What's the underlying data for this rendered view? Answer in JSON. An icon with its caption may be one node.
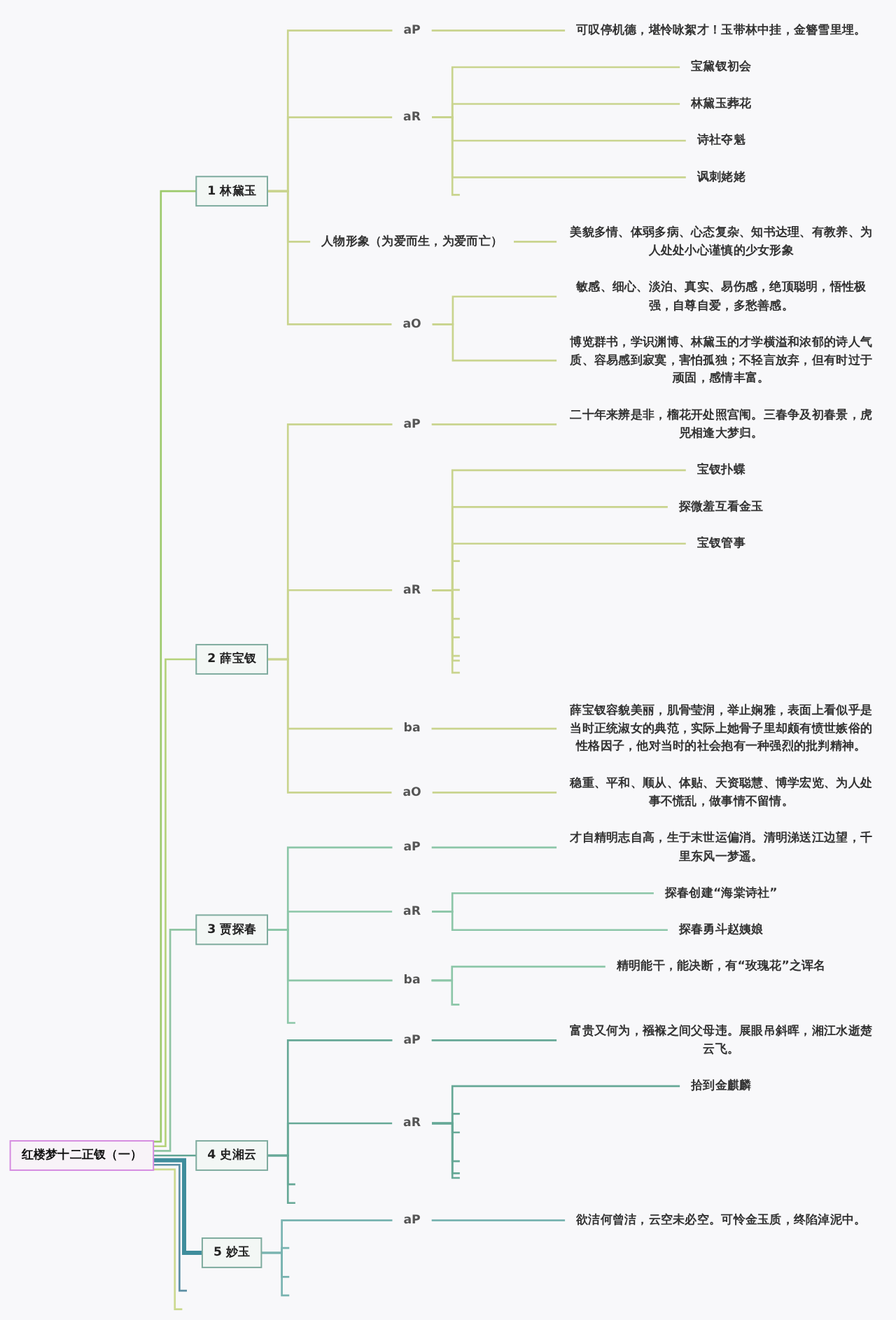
{
  "diagram": {
    "nodes": [
      {
        "text": [
          "红楼梦十二正钗（一）"
        ]
      },
      {
        "text": [
          "1 林黛玉"
        ]
      },
      {
        "text": [
          "aP"
        ]
      },
      {
        "text": [
          "可叹停机德，堪怜咏絮才！玉带林中挂，金簪雪里埋。"
        ]
      },
      {
        "text": [
          "aR"
        ]
      },
      {
        "text": [
          "宝黛钗初会"
        ]
      },
      {
        "text": [
          "林黛玉葬花"
        ]
      },
      {
        "text": [
          "诗社夺魁"
        ]
      },
      {
        "text": [
          "讽刺姥姥"
        ]
      },
      {
        "text": [
          "人物形象（为爱而生，为爱而亡）"
        ]
      },
      {
        "text": [
          "美貌多情、体弱多病、心态复杂、知书达理、有教养、为人处处小心谨慎的少女形象"
        ]
      },
      {
        "text": [
          "aO"
        ]
      },
      {
        "text": [
          "敏感、细心、淡泊、真实、易伤感，绝顶聪明，悟性极强，自尊自爱，多愁善感。"
        ]
      },
      {
        "text": [
          "博览群书，学识渊博、林黛玉的才学横溢和浓郁的诗人气质、容易感到寂寞，害怕孤独；不轻言放弃，但有时过于顽固，感情丰富。"
        ]
      },
      {
        "text": [
          "2 薛宝钗"
        ]
      },
      {
        "text": [
          "aP"
        ]
      },
      {
        "text": [
          "二十年来辨是非，榴花开处照宫闱。三春争及初春景，虎兕相逢大梦归。"
        ]
      },
      {
        "text": [
          "aR"
        ]
      },
      {
        "text": [
          "宝钗扑蝶"
        ]
      },
      {
        "text": [
          "探微羞互看金玉"
        ]
      },
      {
        "text": [
          "宝钗管事"
        ]
      },
      {
        "text": [
          "ba"
        ]
      },
      {
        "text": [
          "薛宝钗容貌美丽，肌骨莹润，举止娴雅，表面上看似乎是当时正统淑女的典范，实际上她骨子里却颇有愤世嫉俗的性格因子，他对当时的社会抱有一种强烈的批判精神。"
        ]
      },
      {
        "text": [
          "aO"
        ]
      },
      {
        "text": [
          "稳重、平和、顺从、体贴、天资聪慧、博学宏览、为人处事不慌乱，做事情不留情。"
        ]
      },
      {
        "text": [
          "3 贾探春"
        ]
      },
      {
        "text": [
          "aP"
        ]
      },
      {
        "text": [
          "才自精明志自高，生于末世运偏消。清明涕送江边望，千里东风一梦遥。"
        ]
      },
      {
        "text": [
          "aR"
        ]
      },
      {
        "text": [
          "探春创建“海棠诗社”"
        ]
      },
      {
        "text": [
          "探春勇斗赵姨娘"
        ]
      },
      {
        "text": [
          "ba"
        ]
      },
      {
        "text": [
          "精明能干，能决断，有“玫瑰花”之诨名"
        ]
      },
      {
        "text": [
          "4 史湘云"
        ]
      },
      {
        "text": [
          "aP"
        ]
      },
      {
        "text": [
          "富贵又何为，襁褓之间父母违。展眼吊斜晖，湘江水逝楚云飞。"
        ]
      },
      {
        "text": [
          "aR"
        ]
      },
      {
        "text": [
          "拾到金麒麟"
        ]
      },
      {
        "text": [
          "5 妙玉"
        ]
      },
      {
        "text": [
          "aP"
        ]
      },
      {
        "text": [
          "欲洁何曾洁，云空未必空。可怜金玉质，终陷淖泥中。"
        ]
      }
    ],
    "edges": [
      {
        "from": 0,
        "to": 1,
        "arrow": "none",
        "color": "#9cc96b"
      },
      {
        "from": 1,
        "to": 2,
        "arrow": "none"
      },
      {
        "from": 2,
        "to": 3,
        "arrow": "none"
      },
      {
        "from": 1,
        "to": 4,
        "arrow": "none"
      },
      {
        "from": 4,
        "to": 5,
        "arrow": "none"
      },
      {
        "from": 4,
        "to": 6,
        "arrow": "none"
      },
      {
        "from": 4,
        "to": 7,
        "arrow": "none"
      },
      {
        "from": 4,
        "to": 8,
        "arrow": "none"
      },
      {
        "from": 4,
        "to": null,
        "arrow": "none"
      },
      {
        "from": 1,
        "to": 9,
        "arrow": "none"
      },
      {
        "from": 9,
        "to": 10,
        "arrow": "none"
      },
      {
        "from": 1,
        "to": 11,
        "arrow": "none"
      },
      {
        "from": 11,
        "to": 12,
        "arrow": "none"
      },
      {
        "from": 11,
        "to": 13,
        "arrow": "none"
      },
      {
        "from": 0,
        "to": 14,
        "arrow": "none",
        "color": "#b5d27a"
      },
      {
        "from": 14,
        "to": 15,
        "arrow": "none"
      },
      {
        "from": 15,
        "to": 16,
        "arrow": "none"
      },
      {
        "from": 14,
        "to": 17,
        "arrow": "none"
      },
      {
        "from": 17,
        "to": 18,
        "arrow": "none"
      },
      {
        "from": 17,
        "to": 19,
        "arrow": "none"
      },
      {
        "from": 17,
        "to": 20,
        "arrow": "none"
      },
      {
        "from": 17,
        "to": null,
        "arrow": "none"
      },
      {
        "from": 17,
        "to": null,
        "arrow": "none"
      },
      {
        "from": 17,
        "to": null,
        "arrow": "none"
      },
      {
        "from": 17,
        "to": null,
        "arrow": "none"
      },
      {
        "from": 17,
        "to": null,
        "arrow": "none"
      },
      {
        "from": 17,
        "to": null,
        "arrow": "none"
      },
      {
        "from": 17,
        "to": null,
        "arrow": "none"
      },
      {
        "from": 14,
        "to": 21,
        "arrow": "none"
      },
      {
        "from": 21,
        "to": 22,
        "arrow": "none"
      },
      {
        "from": 14,
        "to": 23,
        "arrow": "none"
      },
      {
        "from": 23,
        "to": 24,
        "arrow": "none"
      },
      {
        "from": 0,
        "to": 25,
        "arrow": "none",
        "color": "#8ec4a2"
      },
      {
        "from": 25,
        "to": 26,
        "arrow": "none",
        "color": "#8cc6a8"
      },
      {
        "from": 26,
        "to": 27,
        "arrow": "none",
        "color": "#8cc6a8"
      },
      {
        "from": 25,
        "to": 28,
        "arrow": "none",
        "color": "#8cc6a8"
      },
      {
        "from": 28,
        "to": 29,
        "arrow": "none",
        "color": "#8cc6a8"
      },
      {
        "from": 28,
        "to": 30,
        "arrow": "none",
        "color": "#8cc6a8"
      },
      {
        "from": 25,
        "to": 31,
        "arrow": "none",
        "color": "#8cc6a8"
      },
      {
        "from": 31,
        "to": 32,
        "arrow": "none",
        "color": "#8cc6a8"
      },
      {
        "from": 31,
        "to": null,
        "arrow": "none",
        "color": "#8cc6a8"
      },
      {
        "from": 25,
        "to": null,
        "arrow": "none",
        "color": "#8cc6a8"
      },
      {
        "from": 0,
        "to": 33,
        "arrow": "none",
        "color": "#5fa392"
      },
      {
        "from": 33,
        "to": 34,
        "arrow": "none",
        "color": "#66a896"
      },
      {
        "from": 34,
        "to": 35,
        "arrow": "none",
        "color": "#66a896"
      },
      {
        "from": 33,
        "to": 36,
        "arrow": "none",
        "color": "#66a896"
      },
      {
        "from": 36,
        "to": 37,
        "arrow": "none",
        "color": "#66a896"
      },
      {
        "from": 36,
        "to": null,
        "arrow": "none",
        "color": "#66a896"
      },
      {
        "from": 36,
        "to": null,
        "arrow": "none",
        "color": "#66a896"
      },
      {
        "from": 36,
        "to": null,
        "arrow": "none",
        "color": "#66a896"
      },
      {
        "from": 36,
        "to": null,
        "arrow": "none",
        "color": "#66a896"
      },
      {
        "from": 36,
        "to": null,
        "arrow": "none",
        "color": "#66a896"
      },
      {
        "from": 33,
        "to": null,
        "arrow": "none",
        "color": "#66a896"
      },
      {
        "from": 33,
        "to": null,
        "arrow": "none",
        "color": "#66a896"
      },
      {
        "from": 0,
        "to": 38,
        "arrow": "none",
        "style": "thick",
        "color": "#3f8d9c"
      },
      {
        "from": 38,
        "to": 39,
        "arrow": "none",
        "color": "#78b3b0"
      },
      {
        "from": 39,
        "to": 40,
        "arrow": "none",
        "color": "#78b3b0"
      },
      {
        "from": 38,
        "to": null,
        "arrow": "none",
        "color": "#78b3b0"
      },
      {
        "from": 38,
        "to": null,
        "arrow": "none",
        "color": "#78b3b0"
      },
      {
        "from": 38,
        "to": null,
        "arrow": "none",
        "color": "#78b3b0"
      },
      {
        "from": 0,
        "to": null,
        "arrow": "none",
        "color": "#5b8ea3"
      },
      {
        "from": 0,
        "to": null,
        "arrow": "none",
        "color": "#cbd98f"
      }
    ]
  }
}
